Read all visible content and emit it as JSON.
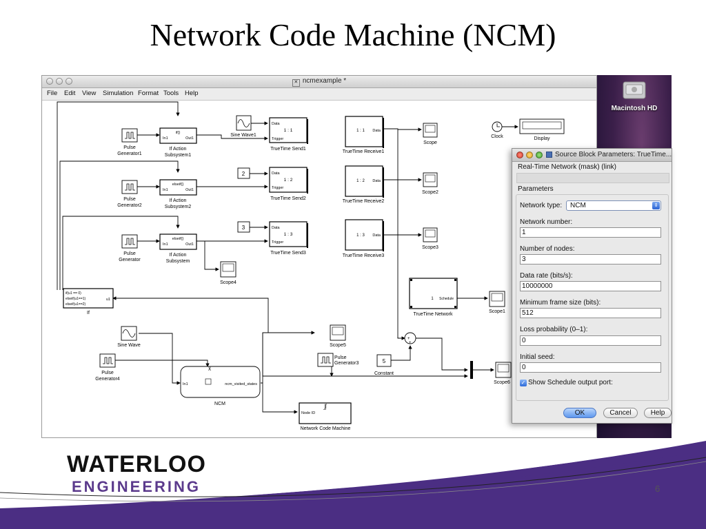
{
  "slide": {
    "title": "Network Code Machine (NCM)",
    "page_number": "6",
    "logo_line1": "WATERLOO",
    "logo_line2": "ENGINEERING"
  },
  "simulink": {
    "window_title": "ncmexample *",
    "menu": [
      "File",
      "Edit",
      "View",
      "Simulation",
      "Format",
      "Tools",
      "Help"
    ],
    "blocks": {
      "pulse1": "Pulse",
      "pulse1b": "Generator1",
      "pulse2": "Pulse",
      "pulse2b": "Generator2",
      "pulse3": "Pulse",
      "pulse3b": "Generator",
      "pulse4": "Pulse",
      "pulse4b": "Generator4",
      "pulse5": "Pulse",
      "pulse5b": "Generator3",
      "ifact1_in": "In1",
      "ifact1_out": "Out1",
      "ifact1_cond": "if{}",
      "ifact1_label": "If Action",
      "ifact1_labelb": "Subsystem1",
      "ifact2_in": "In1",
      "ifact2_out": "Out1",
      "ifact2_cond": "elseif{}",
      "ifact2_label": "If Action",
      "ifact2_labelb": "Subsystem2",
      "ifact3_in": "In1",
      "ifact3_out": "Out1",
      "ifact3_cond": "elseif{}",
      "ifact3_label": "If Action",
      "ifact3_labelb": "Subsystem",
      "sine1": "Sine Wave1",
      "sine2": "Sine Wave",
      "const2": "2",
      "const3": "3",
      "const5": "5",
      "constant_label": "Constant",
      "send_data": "Data",
      "send_trigger": "Trigger",
      "send1_ratio": "1 : 1",
      "send2_ratio": "1 : 2",
      "send3_ratio": "1 : 3",
      "send1": "TrueTime Send1",
      "send2": "TrueTime Send2",
      "send3": "TrueTime Send3",
      "recv_data": "Data",
      "recv1_ratio": "1 : 1",
      "recv2_ratio": "1 : 2",
      "recv3_ratio": "1 : 3",
      "recv1": "TrueTime Receive1",
      "recv2": "TrueTime Receive2",
      "recv3": "TrueTime Receive3",
      "scope": "Scope",
      "scope1": "Scope1",
      "scope2": "Scope2",
      "scope3": "Scope3",
      "scope4": "Scope4",
      "scope5": "Scope5",
      "scope6": "Scope6",
      "clock": "Clock",
      "display": "Display",
      "if_l1": "if(u1 == 0)",
      "if_l2": "elseif(u1==1)",
      "if_l3": "elseif(u1==2)",
      "if_u1": "u1",
      "if_label": "If",
      "net_1": "1",
      "net_schedule": "Schedule",
      "net_label": "TrueTime Network",
      "ncm_in": "In1",
      "ncm_out": "ncm_visited_states",
      "ncm_label": "NCM",
      "ncm_machine_in": "Node ID",
      "ncm_machine_label": "Network Code Machine"
    }
  },
  "desktop": {
    "drive_label": "Macintosh HD"
  },
  "dialog": {
    "title": "Source Block Parameters: TrueTime...",
    "subtitle": "Real-Time Network (mask) (link)",
    "parameters_label": "Parameters",
    "network_type_label": "Network type:",
    "network_type_value": "NCM",
    "fields": [
      {
        "label": "Network number:",
        "value": "1"
      },
      {
        "label": "Number of nodes:",
        "value": "3"
      },
      {
        "label": "Data rate (bits/s):",
        "value": "10000000"
      },
      {
        "label": "Minimum frame size (bits):",
        "value": "512"
      },
      {
        "label": "Loss probability (0–1):",
        "value": "0"
      },
      {
        "label": "Initial seed:",
        "value": "0"
      }
    ],
    "checkbox_label": "Show Schedule output port:",
    "ok_label": "OK",
    "cancel_label": "Cancel",
    "help_label": "Help"
  }
}
